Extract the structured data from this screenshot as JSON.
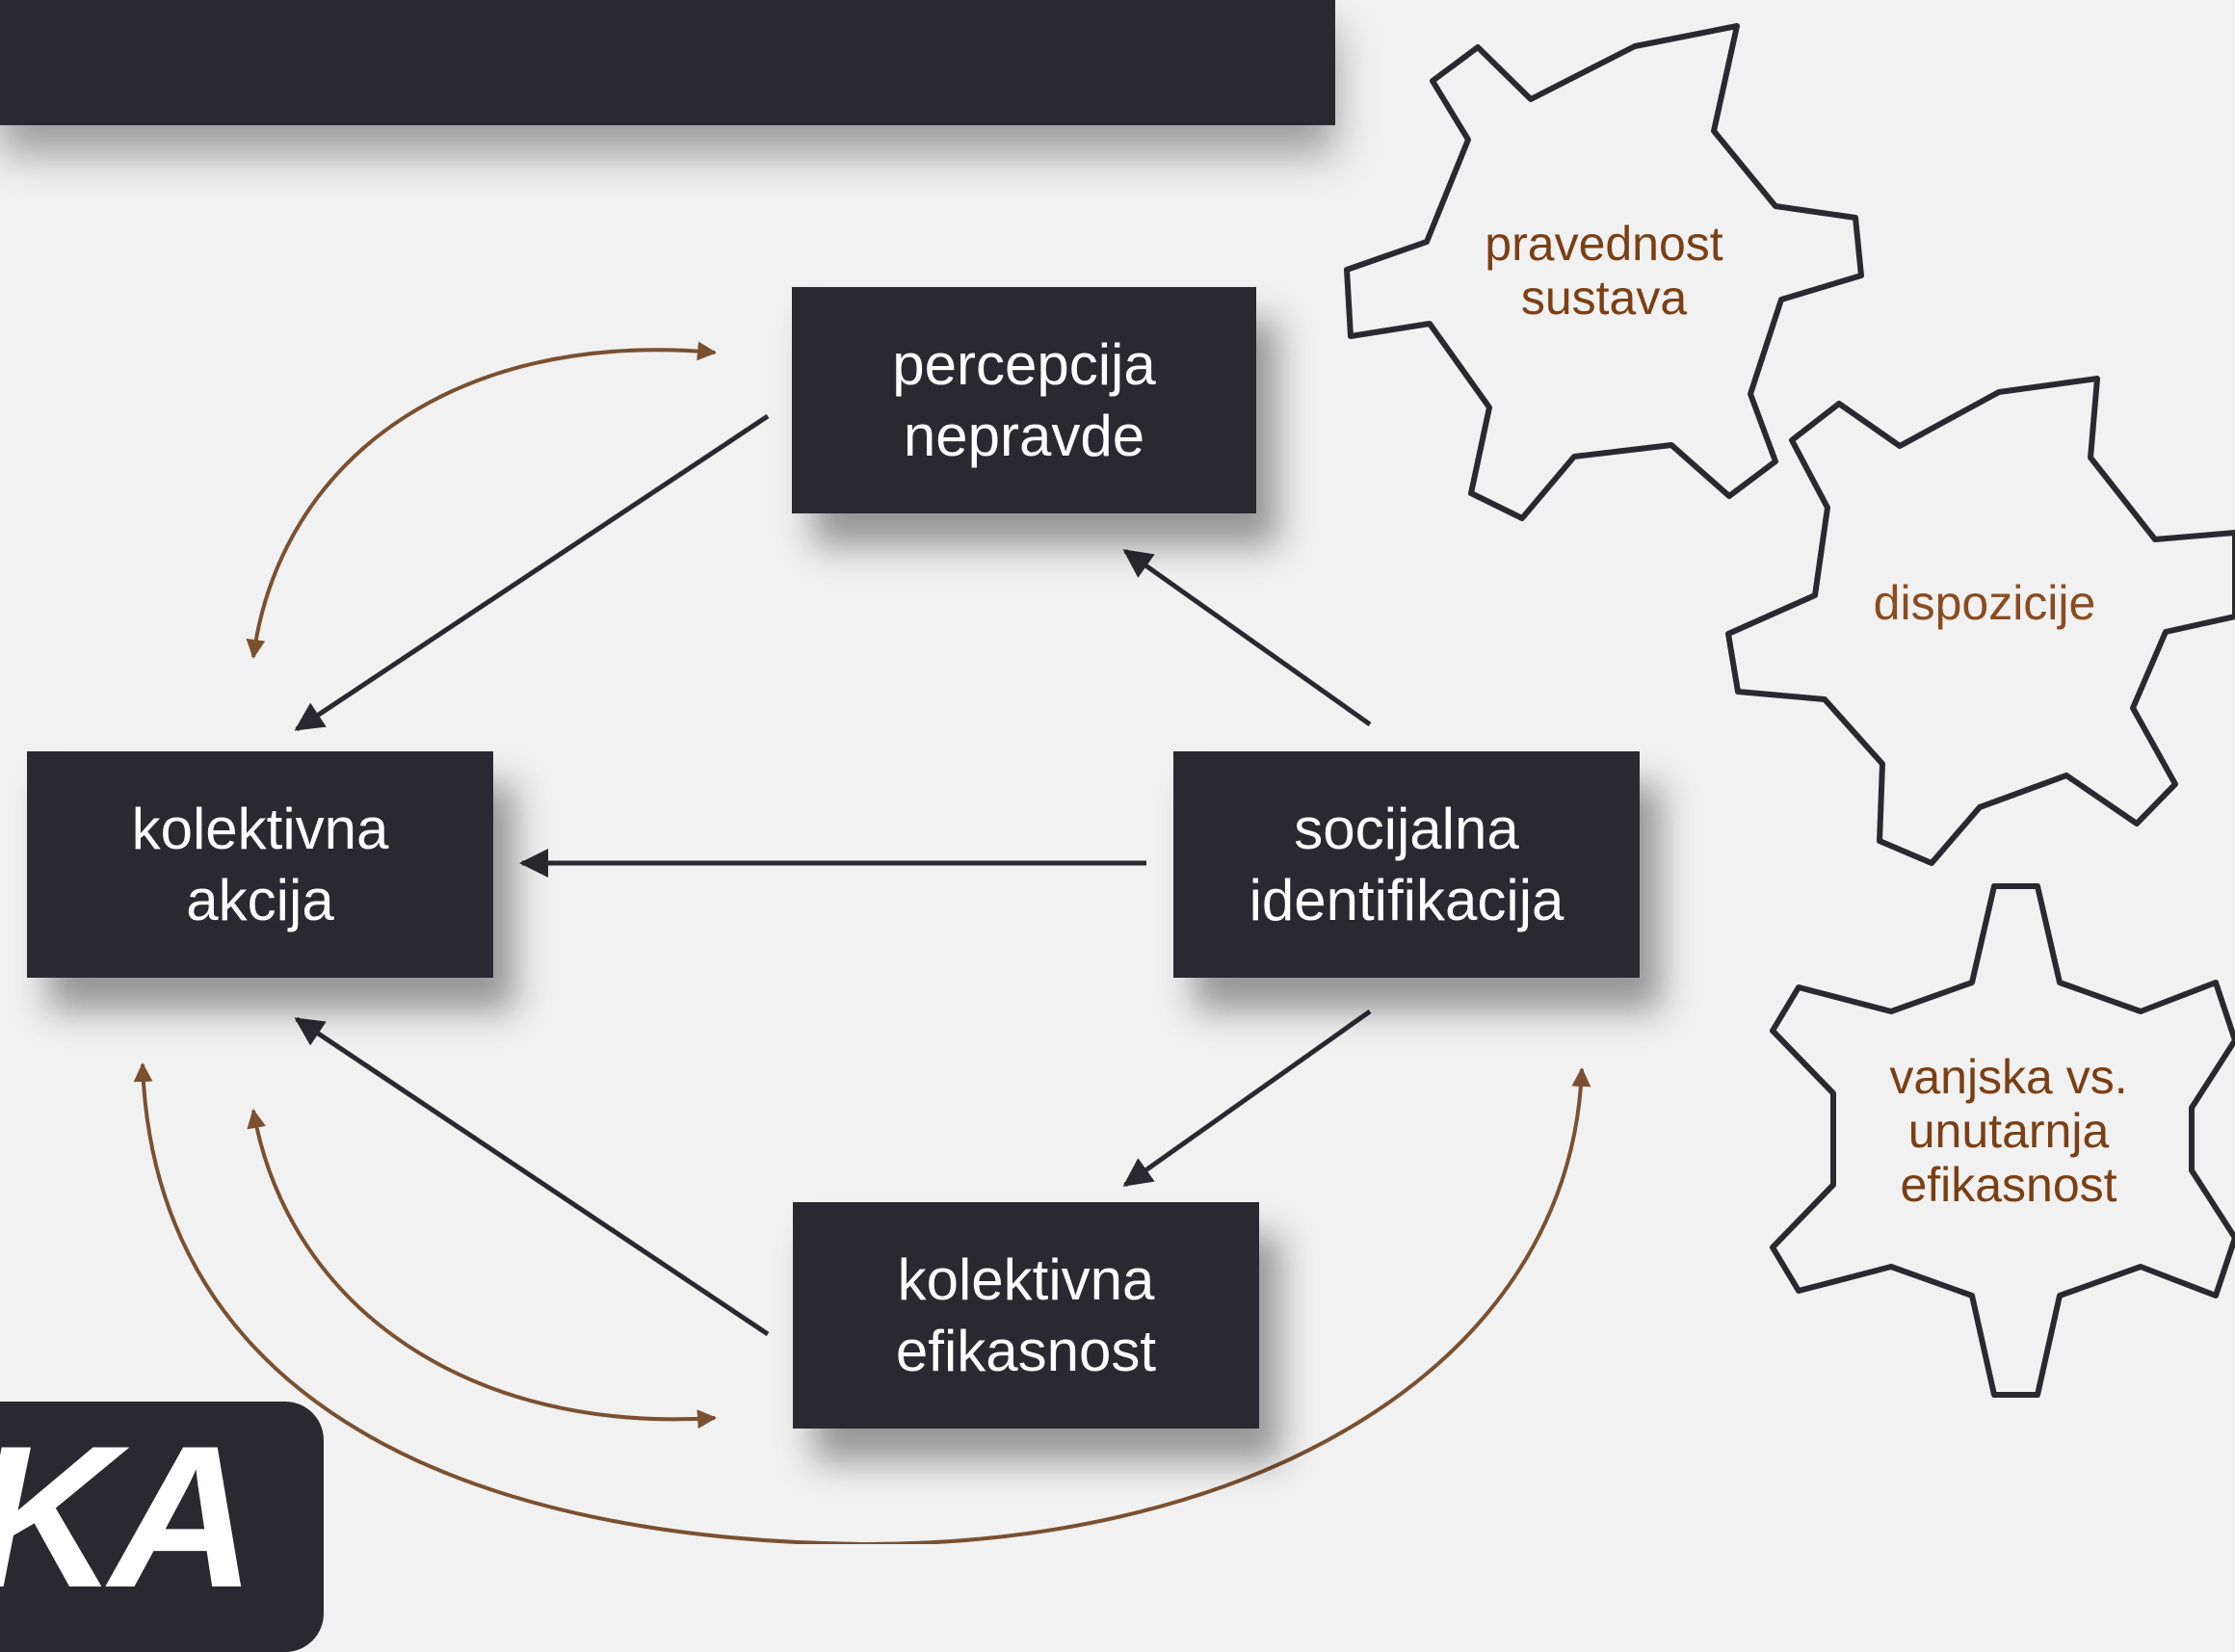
{
  "diagram": {
    "nodes": {
      "percepcija": {
        "line1": "percepcija",
        "line2": "nepravde"
      },
      "akcija": {
        "line1": "kolektivna",
        "line2": "akcija"
      },
      "socijalna": {
        "line1": "socijalna",
        "line2": "identifikacija"
      },
      "efikasnost": {
        "line1": "kolektivna",
        "line2": "efikasnost"
      }
    },
    "gears": [
      {
        "line1": "pravednost",
        "line2": "sustava"
      },
      {
        "line1": "dispozicije"
      },
      {
        "line1": "vanjska vs.",
        "line2": "unutarnja",
        "line3": "efikasnost"
      }
    ],
    "corner_text": "KA"
  },
  "colors": {
    "box": "#2a2930",
    "background": "#f1f1f1",
    "arrow_dark": "#2a2930",
    "arrow_brown": "#7a5030",
    "gear_text": "#7b3f14"
  }
}
